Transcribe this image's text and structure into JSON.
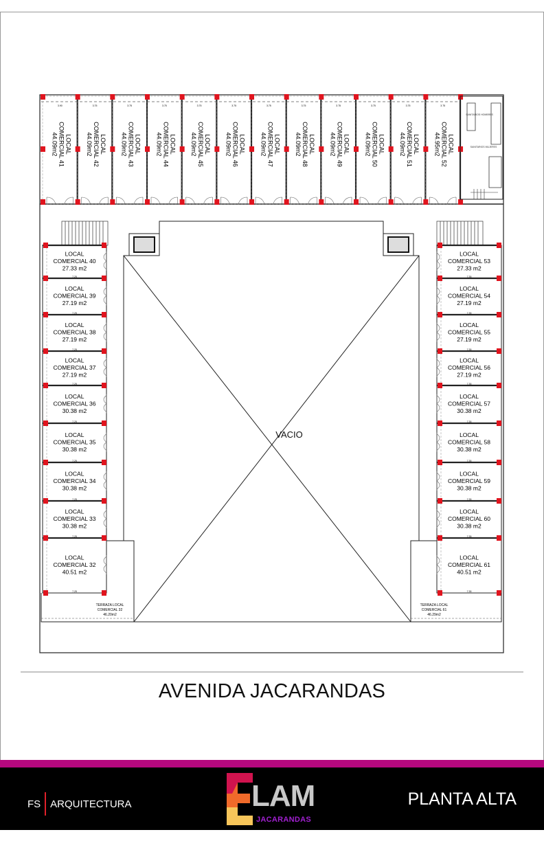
{
  "top_units": [
    {
      "name": "LOCAL",
      "label": "COMERCIAL 41",
      "area": "44.09m2",
      "width_dim": "3.90"
    },
    {
      "name": "LOCAL",
      "label": "COMERCIAL 42",
      "area": "44.09m2",
      "width_dim": "3.75"
    },
    {
      "name": "LOCAL",
      "label": "COMERCIAL 43",
      "area": "44.09m2",
      "width_dim": "3.75"
    },
    {
      "name": "LOCAL",
      "label": "COMERCIAL 44",
      "area": "44.09m2",
      "width_dim": "3.75"
    },
    {
      "name": "LOCAL",
      "label": "COMERCIAL 45",
      "area": "44.09m2",
      "width_dim": "3.75"
    },
    {
      "name": "LOCAL",
      "label": "COMERCIAL 46",
      "area": "44.09m2",
      "width_dim": "3.75"
    },
    {
      "name": "LOCAL",
      "label": "COMERCIAL 47",
      "area": "44.09m2",
      "width_dim": "3.75"
    },
    {
      "name": "LOCAL",
      "label": "COMERCIAL 48",
      "area": "44.09m2",
      "width_dim": "3.75"
    },
    {
      "name": "LOCAL",
      "label": "COMERCIAL 49",
      "area": "44.09m2",
      "width_dim": "3.75"
    },
    {
      "name": "LOCAL",
      "label": "COMERCIAL 50",
      "area": "44.09m2",
      "width_dim": "3.75"
    },
    {
      "name": "LOCAL",
      "label": "COMERCIAL 51",
      "area": "44.09m2",
      "width_dim": "3.75"
    },
    {
      "name": "LOCAL",
      "label": "COMERCIAL 52",
      "area": "44.95m2",
      "width_dim": "3.75"
    }
  ],
  "left_units": [
    {
      "name": "LOCAL",
      "label": "COMERCIAL 40",
      "area": "27.33 m2",
      "width_dim": "7.25"
    },
    {
      "name": "LOCAL",
      "label": "COMERCIAL 39",
      "area": "27.19 m2",
      "width_dim": "7.25"
    },
    {
      "name": "LOCAL",
      "label": "COMERCIAL 38",
      "area": "27.19 m2",
      "width_dim": "7.25"
    },
    {
      "name": "LOCAL",
      "label": "COMERCIAL 37",
      "area": "27.19 m2",
      "width_dim": "7.25"
    },
    {
      "name": "LOCAL",
      "label": "COMERCIAL 36",
      "area": "30.38 m2",
      "width_dim": "7.25"
    },
    {
      "name": "LOCAL",
      "label": "COMERCIAL 35",
      "area": "30.38 m2",
      "width_dim": "7.25"
    },
    {
      "name": "LOCAL",
      "label": "COMERCIAL 34",
      "area": "30.38 m2",
      "width_dim": "7.25"
    },
    {
      "name": "LOCAL",
      "label": "COMERCIAL 33",
      "area": "30.38 m2",
      "width_dim": "7.25"
    },
    {
      "name": "LOCAL",
      "label": "COMERCIAL 32",
      "area": "40.51 m2",
      "width_dim": "7.25"
    }
  ],
  "right_units": [
    {
      "name": "LOCAL",
      "label": "COMERCIAL 53",
      "area": "27.33 m2",
      "width_dim": "7.35"
    },
    {
      "name": "LOCAL",
      "label": "COMERCIAL 54",
      "area": "27.19 m2",
      "width_dim": "7.35"
    },
    {
      "name": "LOCAL",
      "label": "COMERCIAL 55",
      "area": "27.19 m2",
      "width_dim": "7.35"
    },
    {
      "name": "LOCAL",
      "label": "COMERCIAL 56",
      "area": "27.19 m2",
      "width_dim": "7.35"
    },
    {
      "name": "LOCAL",
      "label": "COMERCIAL 57",
      "area": "30.38 m2",
      "width_dim": "7.35"
    },
    {
      "name": "LOCAL",
      "label": "COMERCIAL 58",
      "area": "30.38 m2",
      "width_dim": "7.35"
    },
    {
      "name": "LOCAL",
      "label": "COMERCIAL 59",
      "area": "30.38 m2",
      "width_dim": "7.35"
    },
    {
      "name": "LOCAL",
      "label": "COMERCIAL 60",
      "area": "30.38 m2",
      "width_dim": "7.35"
    },
    {
      "name": "LOCAL",
      "label": "COMERCIAL 61",
      "area": "40.51 m2",
      "width_dim": "7.35"
    }
  ],
  "terraces": {
    "left": {
      "line1": "TERRAZA LOCAL",
      "line2": "COMERCIAL 32",
      "area": "46.20m2"
    },
    "right": {
      "line1": "TERRAZA LOCAL",
      "line2": "COMERCIAL 61",
      "area": "46.29m2"
    }
  },
  "restrooms": {
    "men": "SANITARIOS HOMBRES",
    "women": "SANITARIOS MUJERES"
  },
  "void_label": "VACIO",
  "street_name": "AVENIDA JACARANDAS",
  "footer": {
    "firm_initials": "FS",
    "firm_name": "ARQUITECTURA",
    "logo_main": "LAM",
    "logo_sub": "JACARANDAS",
    "sheet_title": "PLANTA ALTA"
  },
  "colors": {
    "band": "#b5087e",
    "footer_bg": "#000000",
    "column": "#e0141e",
    "logo_sub": "#a020d0"
  }
}
